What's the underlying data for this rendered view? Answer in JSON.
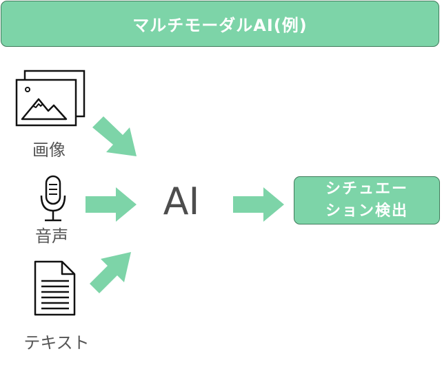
{
  "title": "マルチモーダルAI(例)",
  "inputs": [
    {
      "label": "画像",
      "icon": "image-icon"
    },
    {
      "label": "音声",
      "icon": "microphone-icon"
    },
    {
      "label": "テキスト",
      "icon": "document-icon"
    }
  ],
  "center": {
    "label": "AI"
  },
  "output": {
    "line1": "シチュエー",
    "line2": "ション検出"
  },
  "colors": {
    "accent": "#7dd4a8",
    "accent_border": "#3f7a5a",
    "text_gray": "#555555"
  }
}
